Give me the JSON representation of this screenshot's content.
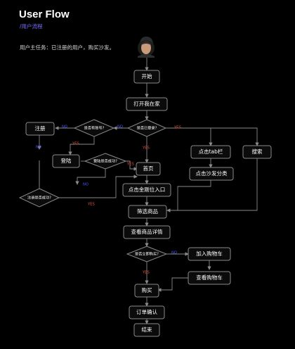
{
  "header": {
    "title": "User Flow",
    "subtitle": "/用户流程",
    "task": "用户主任务：已注册的用户，购买沙发。"
  },
  "colors": {
    "background": "#000000",
    "subtitle": "#7b6cff",
    "yes_label": "#e0533a",
    "no_label": "#4a55ff",
    "node_border": "#8a8a8a"
  },
  "icons": {
    "user_avatar": "user-avatar-icon"
  },
  "nodes": {
    "start": "开始",
    "open_home": "打开我在家",
    "logged_in_q": "是否已登录?",
    "has_account_q": "是否有账号?",
    "register": "注册",
    "login": "登陆",
    "login_ok_q": "登陆是否成功?",
    "register_ok_q": "注册是否成功?",
    "home": "首页",
    "tab_bar": "点击tab栏",
    "search": "搜索",
    "sofa_category": "点击沙发分类",
    "gold_entry": "点击金刚位入口",
    "filter": "筛选商品",
    "detail": "查看商品详情",
    "buy_now_q": "是否立即购买?",
    "add_cart": "加入购物车",
    "view_cart": "查看购物车",
    "buy": "购买",
    "confirm": "订单确认",
    "end": "结束"
  },
  "edge_labels": {
    "yes": "YES",
    "no": "NO"
  }
}
